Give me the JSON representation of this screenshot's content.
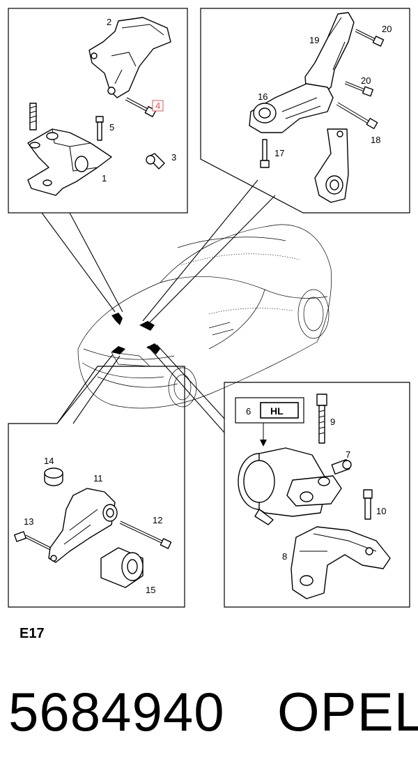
{
  "callouts": {
    "c1": "1",
    "c2": "2",
    "c3": "3",
    "c4": "4",
    "c5": "5",
    "c6": "6",
    "c7": "7",
    "c8": "8",
    "c9": "9",
    "c10": "10",
    "c11": "11",
    "c12": "12",
    "c13": "13",
    "c14": "14",
    "c15": "15",
    "c16": "16",
    "c17": "17",
    "c18": "18",
    "c19": "19",
    "c20a": "20",
    "c20b": "20"
  },
  "hl_label": "HL",
  "highlighted_part": "4",
  "diagram_code": "E17",
  "footer": {
    "part_number": "5684940",
    "brand": "OPEL"
  },
  "colors": {
    "highlight": "#e05050",
    "line": "#000000"
  }
}
